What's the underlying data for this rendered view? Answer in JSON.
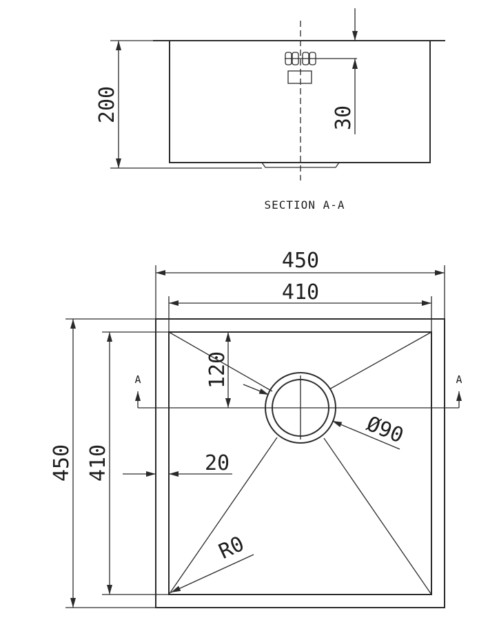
{
  "section_view": {
    "label": "SECTION A-A",
    "dimensions": {
      "depth": "200",
      "overflow_offset": "30"
    }
  },
  "plan_view": {
    "dimensions": {
      "outer_width": "450",
      "inner_width": "410",
      "outer_height": "450",
      "inner_height": "410",
      "drain_offset": "120",
      "rim_width": "20",
      "drain_diameter": "Ø90",
      "corner_radius": "R0"
    },
    "section_markers": {
      "left": "A",
      "right": "A"
    }
  }
}
